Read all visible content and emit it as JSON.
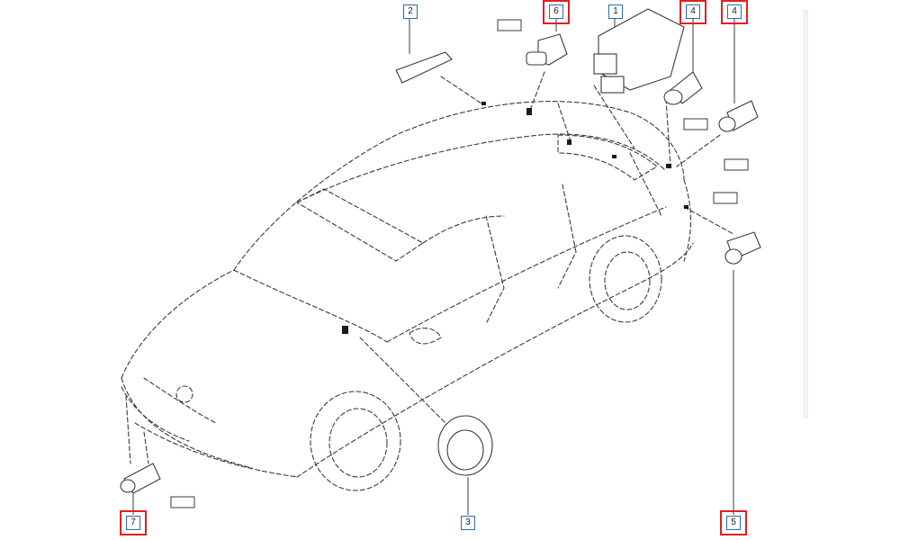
{
  "diagram": {
    "callouts": [
      {
        "id": "c2",
        "label": "2",
        "highlighted": false
      },
      {
        "id": "c6",
        "label": "6",
        "highlighted": true
      },
      {
        "id": "c1",
        "label": "1",
        "highlighted": false
      },
      {
        "id": "c4a",
        "label": "4",
        "highlighted": true
      },
      {
        "id": "c4b",
        "label": "4",
        "highlighted": true
      },
      {
        "id": "c3",
        "label": "3",
        "highlighted": false
      },
      {
        "id": "c7",
        "label": "7",
        "highlighted": true
      },
      {
        "id": "c5",
        "label": "5",
        "highlighted": true
      }
    ],
    "colors": {
      "line": "#3a3a3a",
      "callout_border": "#2b6cb0",
      "highlight": "#e02020",
      "background": "#ffffff"
    }
  }
}
